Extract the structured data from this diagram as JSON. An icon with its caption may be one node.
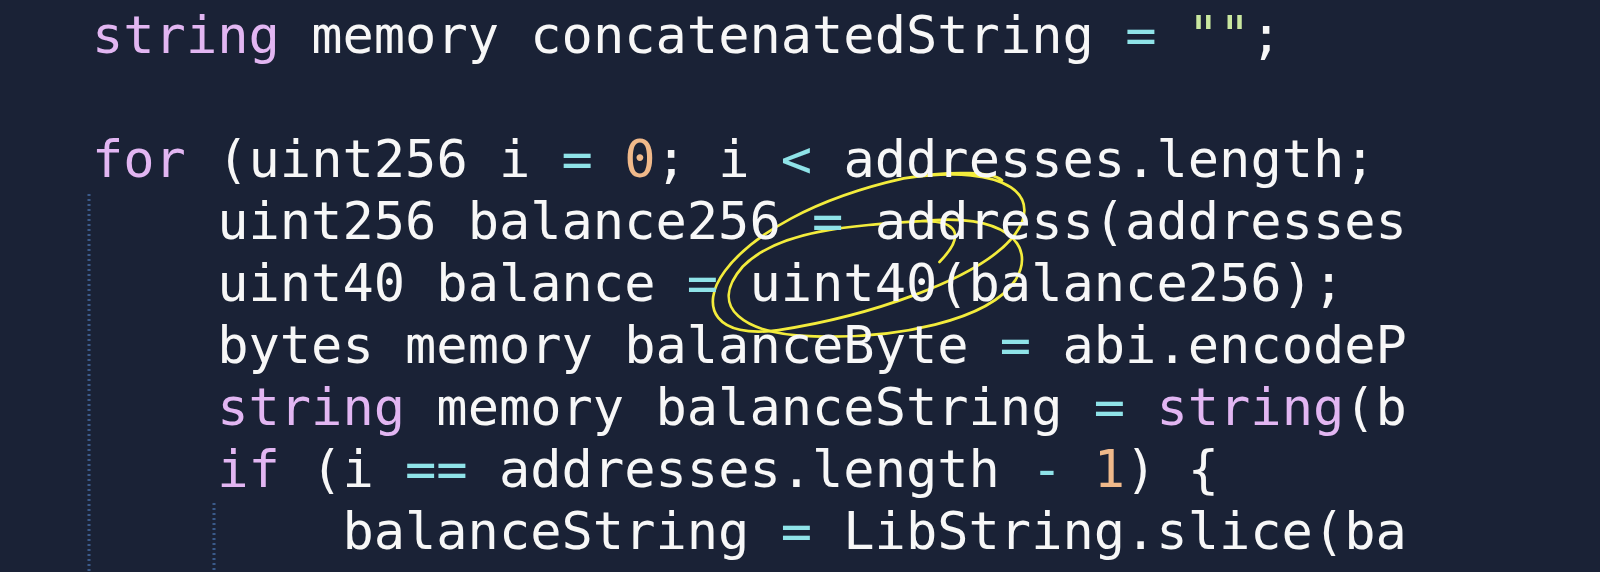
{
  "diagram": {
    "labels": [
      "string memory concatenatedString = \"\";",
      "for (uint256 i = 0; i < addresses.length;",
      "uint256 balance256 = address(addresses",
      "uint40 balance = uint40(balance256);",
      "bytes memory balanceByte = abi.encodeP",
      "string memory balanceString = string(b",
      "if (i == addresses.length - 1) {",
      "balanceString = LibString.slice(ba"
    ]
  }
}
